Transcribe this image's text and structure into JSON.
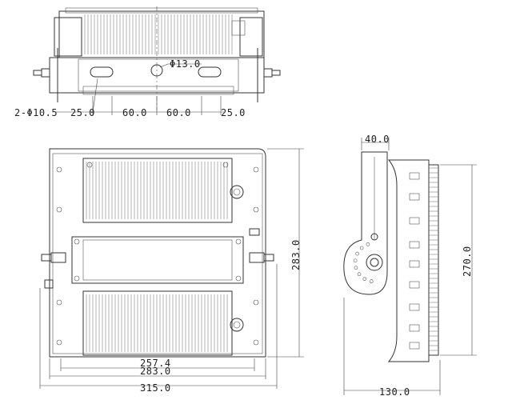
{
  "top_view": {
    "hole_label": "Φ13.0",
    "slot_label": "2-Φ10.5",
    "dims": [
      "25.0",
      "60.0",
      "60.0",
      "25.0"
    ]
  },
  "front_view": {
    "inner_width": "257.4",
    "mid_width": "283.0",
    "total_width": "315.0",
    "height": "283.0"
  },
  "side_view": {
    "bracket_width": "40.0",
    "height": "270.0",
    "depth": "130.0"
  }
}
